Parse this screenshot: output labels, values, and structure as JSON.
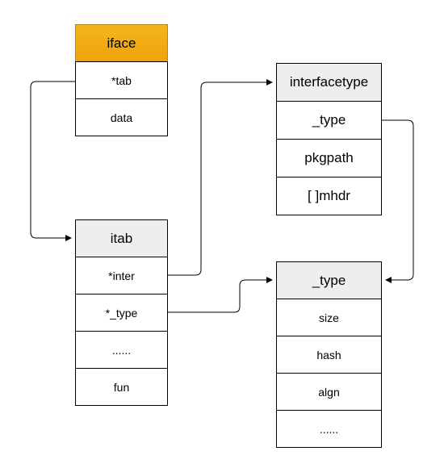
{
  "iface": {
    "title": "iface",
    "rows": [
      "*tab",
      "data"
    ]
  },
  "itab": {
    "title": "itab",
    "rows": [
      "*inter",
      "*_type",
      "......",
      "fun"
    ]
  },
  "interfacetype": {
    "title": "interfacetype",
    "rows": [
      "_type",
      "pkgpath",
      "[ ]mhdr"
    ]
  },
  "type_struct": {
    "title": "_type",
    "rows": [
      "size",
      "hash",
      "algn",
      "......"
    ]
  },
  "colors": {
    "header_accent": "#f0a30a",
    "header_default": "#eeeeee"
  }
}
